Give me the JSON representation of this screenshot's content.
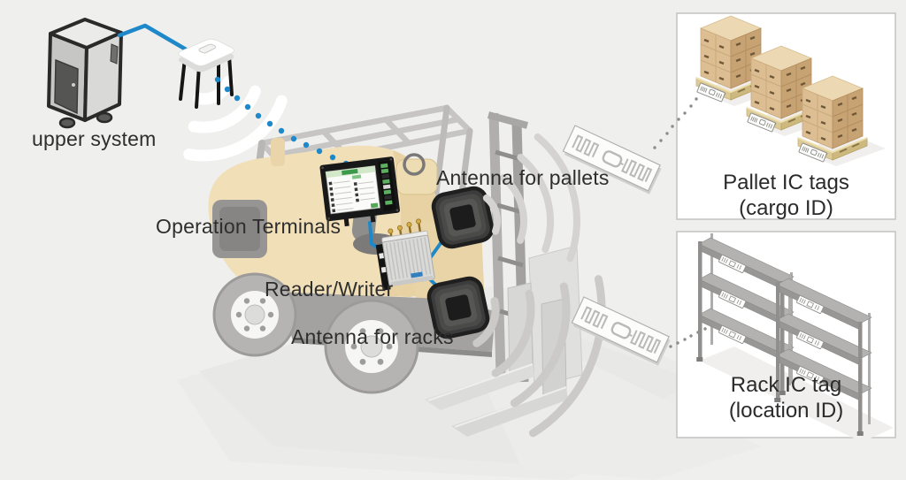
{
  "labels": {
    "upper_system": "upper system",
    "operation_terminals": "Operation Terminals",
    "antenna_for_pallets": "Antenna for pallets",
    "reader_writer": "Reader/Writer",
    "antenna_for_racks": "Antenna for racks"
  },
  "panels": [
    {
      "line1": "Pallet IC tags",
      "line2": "(cargo ID)"
    },
    {
      "line1": "Rack IC tag",
      "line2": "(location ID)"
    }
  ],
  "colors": {
    "background": "#efefee",
    "accent_blue": "#1e88c9",
    "arc_gray": "#d2d2d1",
    "wifi_white": "#ffffff",
    "forklift_body": "#f1dfb8",
    "panel_border": "#c2c2c1",
    "terminal_green": "#3d9a4c"
  },
  "components": [
    "upper-system-server",
    "wireless-access-point",
    "wifi-waves",
    "forklift",
    "operation-terminal",
    "reader-writer-unit",
    "pallet-antenna",
    "rack-antenna",
    "rfid-tag-pallet",
    "rfid-tag-rack",
    "pallet-ic-tags-panel",
    "rack-ic-tag-panel"
  ]
}
